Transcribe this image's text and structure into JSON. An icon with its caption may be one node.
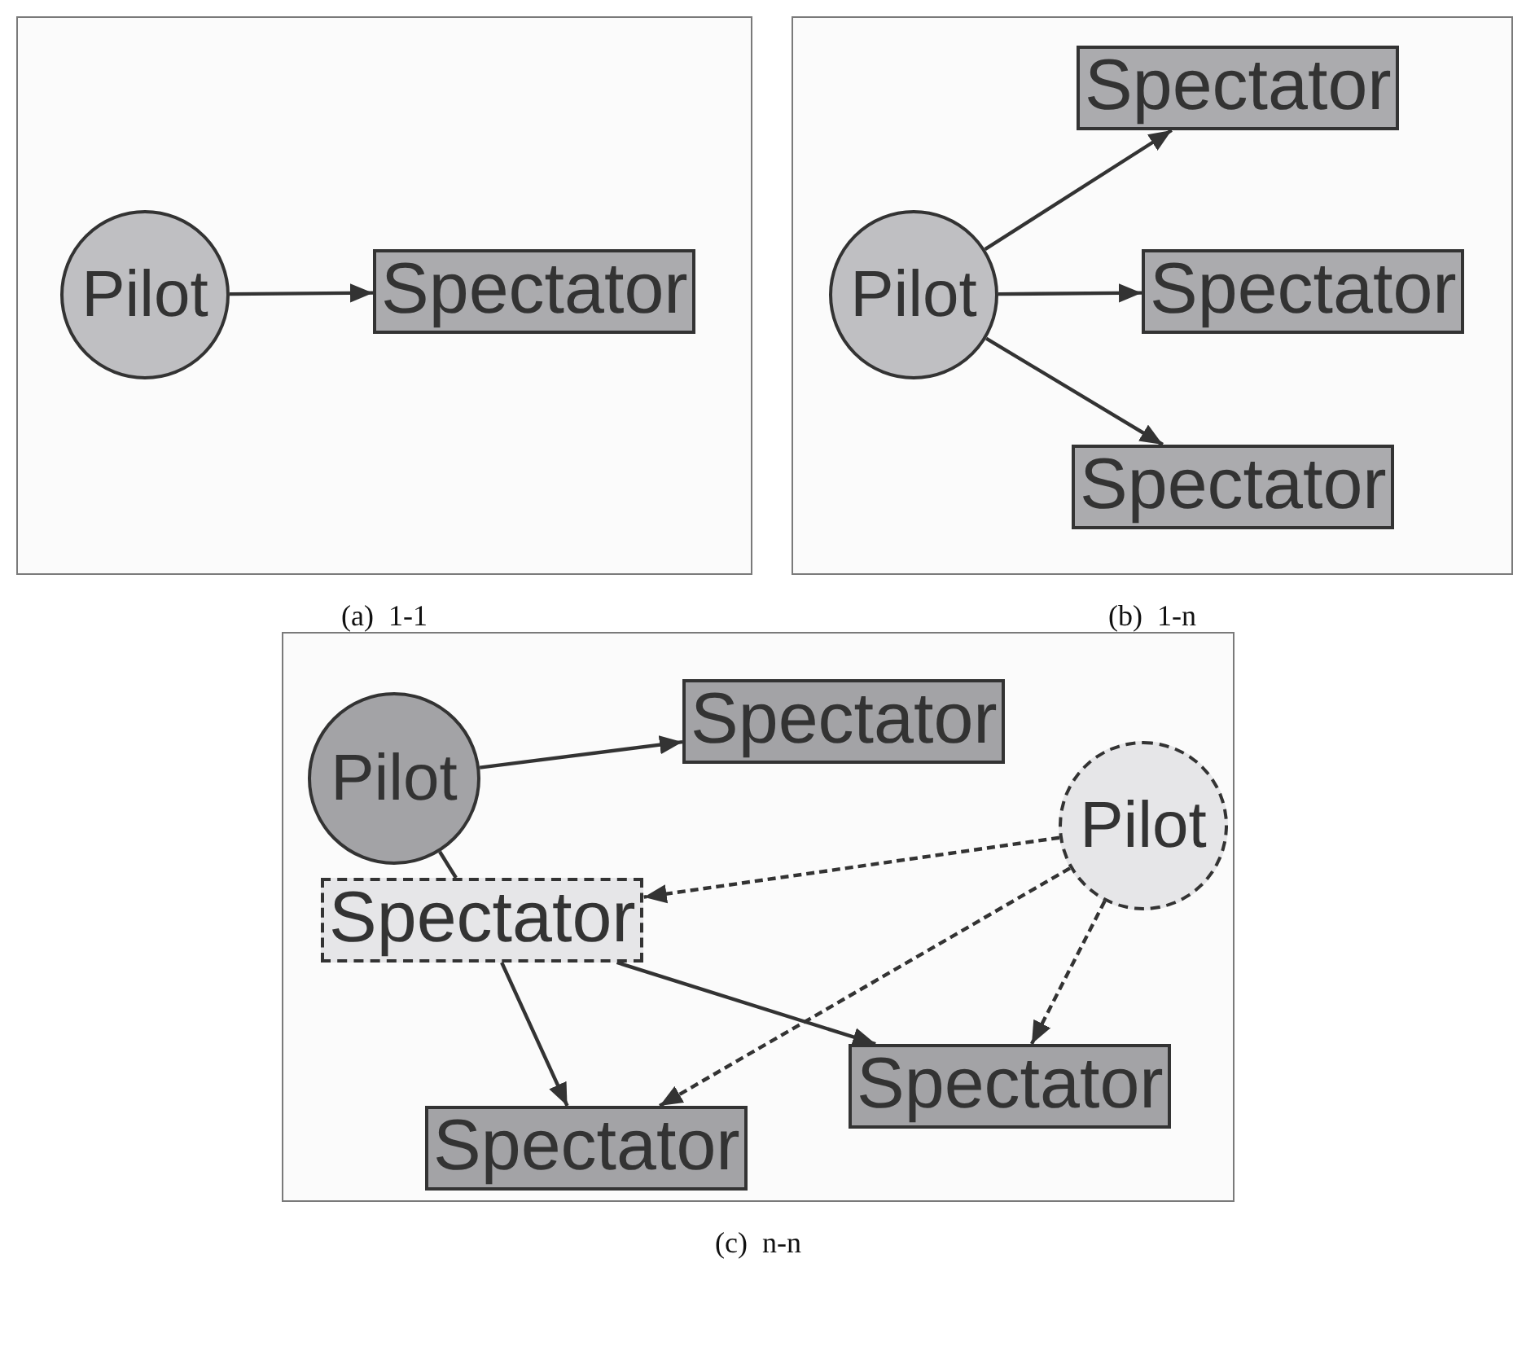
{
  "diagram": {
    "nodes": [
      {
        "text": [],
        "shape": "box",
        "beside": [
          "(a)  1-1"
        ]
      },
      {
        "text": [
          "Pilot"
        ],
        "in": 0
      },
      {
        "text": [
          "Spectator"
        ],
        "in": 0
      },
      {
        "text": [],
        "shape": "box",
        "beside": [
          "(b)  1-n"
        ]
      },
      {
        "text": [
          "Pilot"
        ],
        "in": 3
      },
      {
        "text": [
          "Spectator"
        ],
        "in": 3
      },
      {
        "text": [
          "Spectator"
        ],
        "in": 3
      },
      {
        "text": [
          "Spectator"
        ],
        "in": 3
      },
      {
        "text": [],
        "shape": "box",
        "beside": [
          "(c)  n-n"
        ]
      },
      {
        "text": [
          "Pilot"
        ],
        "in": 8
      },
      {
        "text": [
          "Spectator"
        ],
        "in": 8
      },
      {
        "text": [
          "Pilot"
        ],
        "in": 8
      },
      {
        "text": [
          "Spectator"
        ],
        "in": 8
      },
      {
        "text": [
          "Spectator"
        ],
        "in": 8
      },
      {
        "text": [
          "Spectator"
        ],
        "in": 8
      }
    ],
    "edges": [
      {
        "from": 1,
        "to": 2,
        "arrow": "to"
      },
      {
        "from": 4,
        "to": 5,
        "arrow": "to"
      },
      {
        "from": 4,
        "to": 6,
        "arrow": "to"
      },
      {
        "from": 4,
        "to": 7,
        "arrow": "to"
      },
      {
        "from": 9,
        "to": 10,
        "arrow": "to"
      },
      {
        "from": 9,
        "to": 12,
        "arrow": "none"
      },
      {
        "from": 12,
        "to": 14,
        "arrow": "to"
      },
      {
        "from": 12,
        "to": 13,
        "arrow": "to"
      },
      {
        "from": 11,
        "to": 12,
        "arrow": "to",
        "style": "dashed"
      },
      {
        "from": 11,
        "to": 14,
        "arrow": "to",
        "style": "dashed"
      },
      {
        "from": 11,
        "to": 13,
        "arrow": "to",
        "style": "dashed"
      }
    ]
  }
}
